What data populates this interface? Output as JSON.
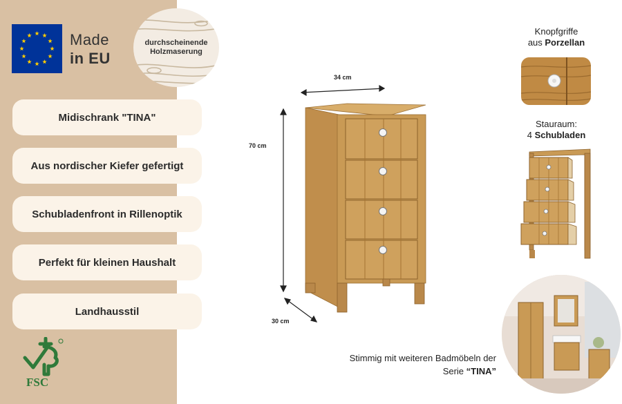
{
  "badges": {
    "made_line1": "Made",
    "made_line2": "in EU",
    "grain_line1": "durchscheinende",
    "grain_line2": "Holzmaserung",
    "fsc_label": "FSC",
    "eu_flag_icon": "eu-flag-icon",
    "fsc_icon": "fsc-tree-icon"
  },
  "features": [
    "Midischrank \"TINA\"",
    "Aus nordischer Kiefer gefertigt",
    "Schubladenfront in Rillenoptik",
    "Perfekt für kleinen Haushalt",
    "Landhausstil"
  ],
  "dimensions": {
    "width": "34 cm",
    "height": "70 cm",
    "depth": "30 cm"
  },
  "details": {
    "knob_line1": "Knopfgriffe",
    "knob_prefix": "aus ",
    "knob_material": "Porzellan",
    "storage_line1": "Stauraum:",
    "storage_count": "4",
    "storage_word": "Schubladen"
  },
  "series": {
    "line1": "Stimmig mit weiteren Badmöbeln der",
    "line2_prefix": "Serie ",
    "name": "“TINA”"
  },
  "colors": {
    "sidebar": "#d9c0a3",
    "pill": "#fbf3e8",
    "wood": "#c99a55",
    "wood_dark": "#a97a3c",
    "eu_blue": "#003399",
    "eu_star": "#ffcc00",
    "fsc_green": "#2f7a3a"
  }
}
